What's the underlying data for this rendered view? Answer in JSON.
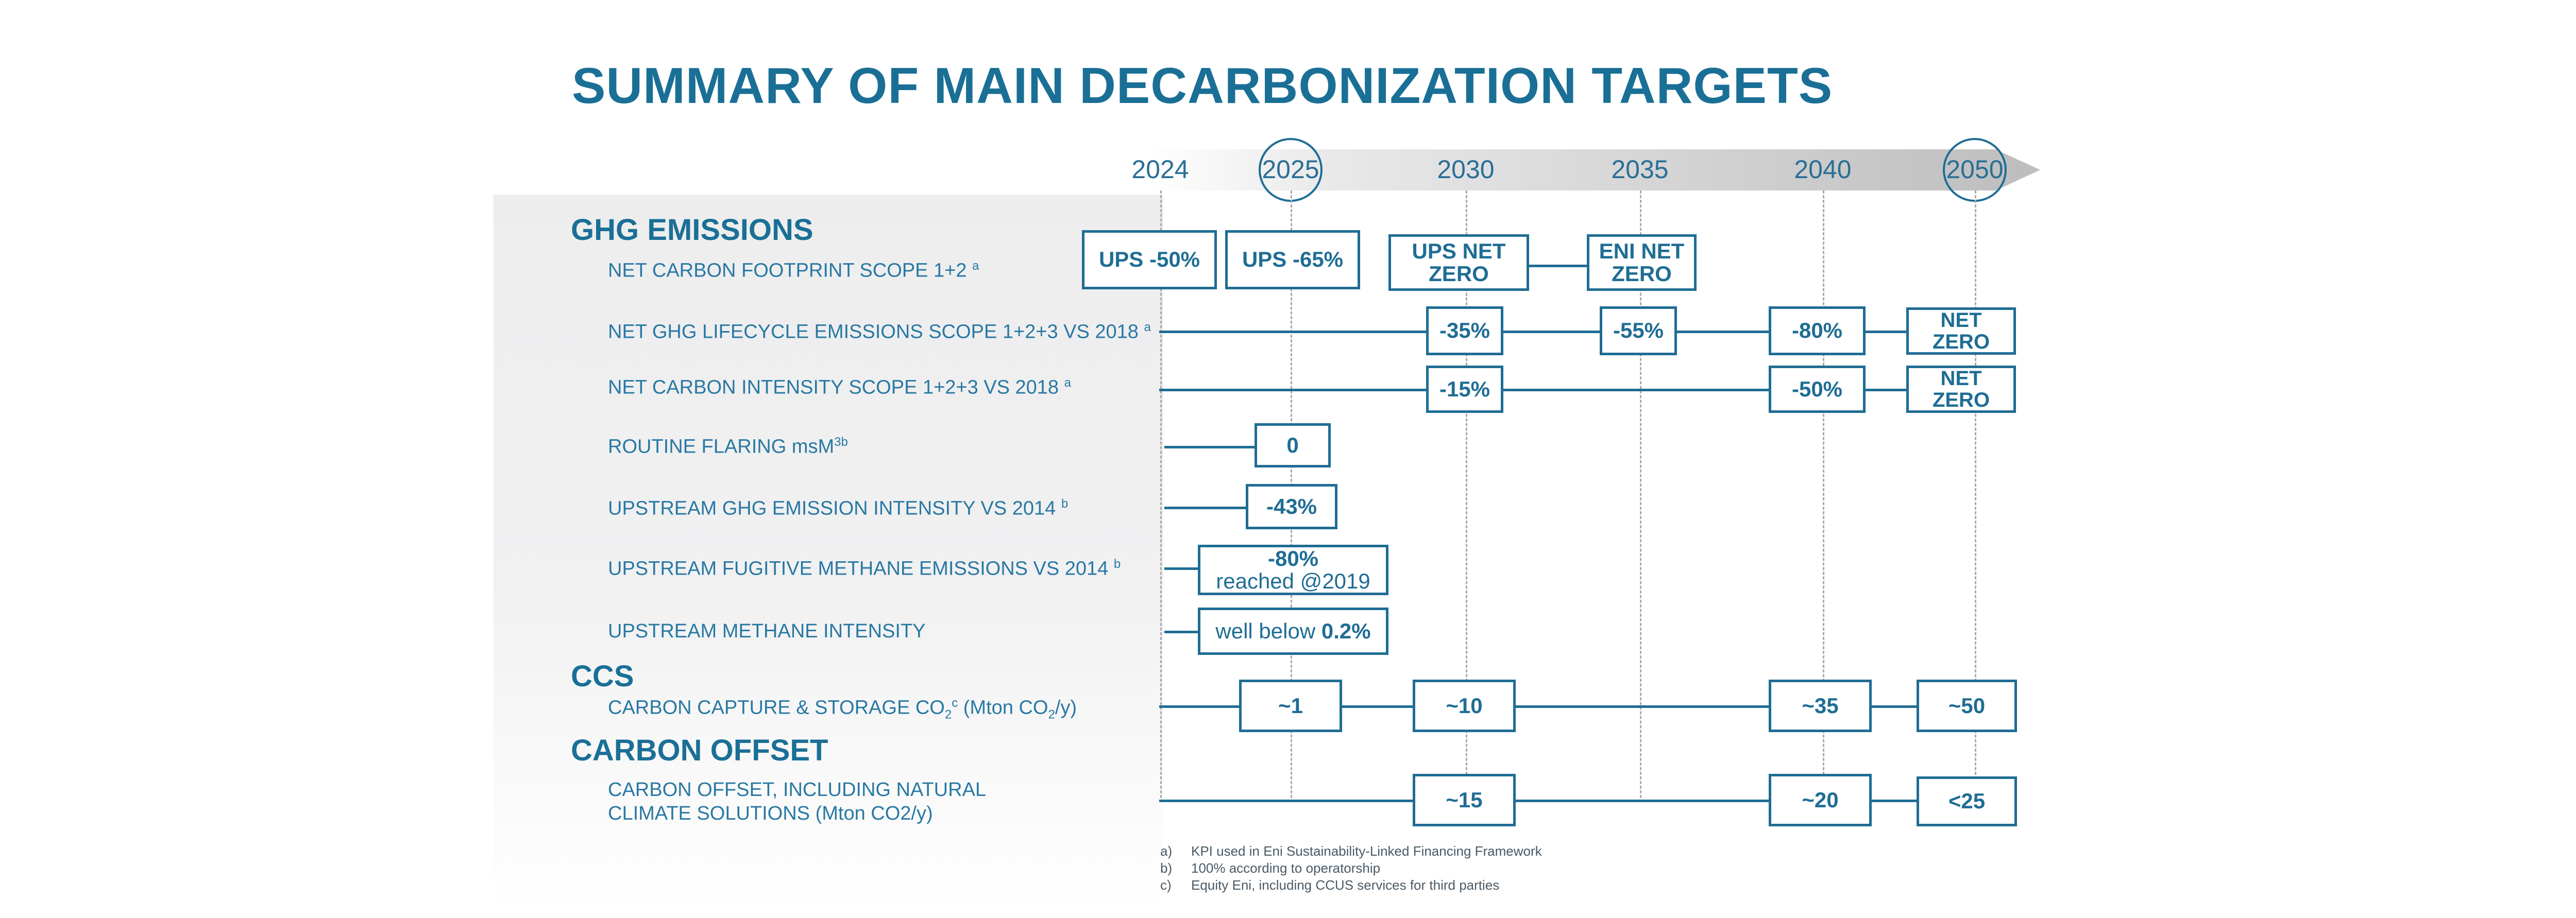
{
  "title": "SUMMARY OF MAIN DECARBONIZATION TARGETS",
  "timeline": {
    "years": [
      "2024",
      "2025",
      "2030",
      "2035",
      "2040",
      "2050"
    ],
    "highlighted": [
      "2025",
      "2050"
    ]
  },
  "sections": {
    "ghg": "GHG EMISSIONS",
    "ccs": "CCS",
    "offset": "CARBON OFFSET"
  },
  "rows": {
    "net_carbon_footprint": {
      "label": "NET CARBON FOOTPRINT SCOPE 1+2",
      "note": "a",
      "targets": {
        "2024": "UPS -50%",
        "2025": "UPS -65%",
        "2030": "UPS NET ZERO",
        "2035": "ENI NET ZERO"
      }
    },
    "net_ghg_lifecycle": {
      "label": "NET GHG LIFECYCLE EMISSIONS SCOPE 1+2+3 VS 2018",
      "note": "a",
      "targets": {
        "2030": "-35%",
        "2035": "-55%",
        "2040": "-80%",
        "2050": "NET ZERO"
      }
    },
    "net_carbon_intensity": {
      "label": "NET CARBON INTENSITY SCOPE 1+2+3 VS 2018",
      "note": "a",
      "targets": {
        "2030": "-15%",
        "2040": "-50%",
        "2050": "NET ZERO"
      }
    },
    "routine_flaring": {
      "label": "ROUTINE FLARING msM",
      "unit_sup": "3",
      "note": "b",
      "targets": {
        "2025": "0"
      }
    },
    "upstream_ghg_intensity": {
      "label": "UPSTREAM GHG EMISSION INTENSITY VS 2014",
      "note": "b",
      "targets": {
        "2025": "-43%"
      }
    },
    "upstream_fugitive_methane": {
      "label": "UPSTREAM FUGITIVE METHANE EMISSIONS VS 2014",
      "note": "b",
      "targets": {
        "2025_value": "-80%",
        "2025_sub": "reached @2019"
      }
    },
    "upstream_methane_intensity": {
      "label": "UPSTREAM METHANE INTENSITY",
      "targets": {
        "2025_prefix": "well below",
        "2025_value": "0.2%"
      }
    },
    "ccs": {
      "label_a": "CARBON CAPTURE & STORAGE CO",
      "label_sub1": "2",
      "label_note": "c",
      "label_b": " (Mton CO",
      "label_sub2": "2",
      "label_c": "/y)",
      "targets": {
        "2025": "~1",
        "2030": "~10",
        "2040": "~35",
        "2050": "~50"
      }
    },
    "offset": {
      "label_line1": "CARBON OFFSET, INCLUDING NATURAL",
      "label_line2": "CLIMATE SOLUTIONS (Mton CO2/y)",
      "targets": {
        "2030": "~15",
        "2040": "~20",
        "2050": "<25"
      }
    }
  },
  "footnotes": [
    {
      "key": "a)",
      "text": "KPI used in Eni Sustainability-Linked Financing Framework"
    },
    {
      "key": "b)",
      "text": "100% according to operatorship"
    },
    {
      "key": "c)",
      "text": "Equity Eni, including CCUS services for third parties"
    }
  ],
  "colors": {
    "primary": "#1f6d94",
    "title": "#1a6f96",
    "panel": "#efeff0",
    "dashed": "#a9a9a9"
  }
}
